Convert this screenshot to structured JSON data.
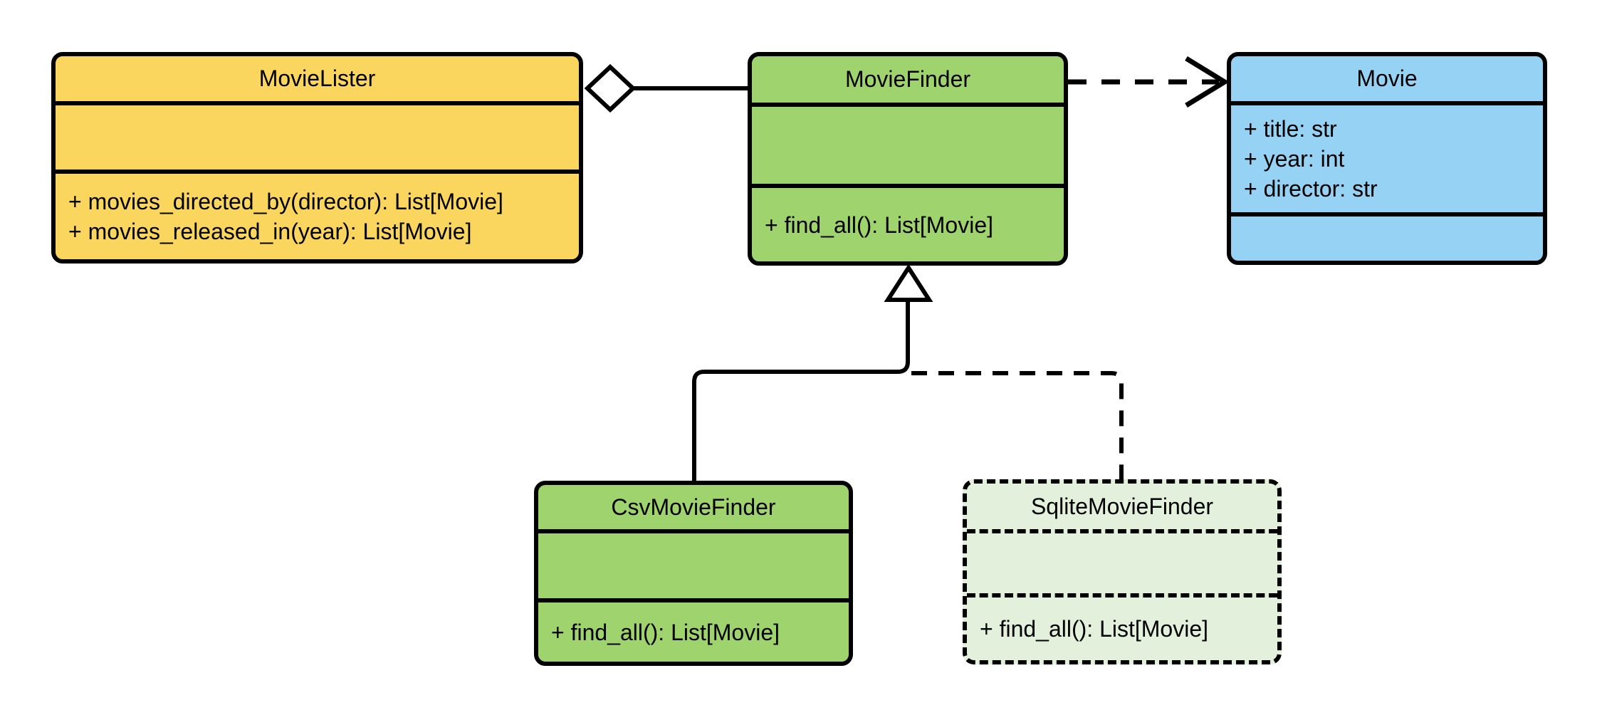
{
  "diagram": {
    "type": "uml-class-diagram",
    "background_color": "#ffffff",
    "stroke_color": "#000000",
    "classes": [
      {
        "name": "MovieLister",
        "fill": "#FBD65F",
        "border_style": "solid",
        "attributes": [],
        "methods": [
          "+ movies_directed_by(director): List[Movie]",
          "+ movies_released_in(year): List[Movie]"
        ]
      },
      {
        "name": "MovieFinder",
        "fill": "#9FD36D",
        "border_style": "solid",
        "attributes": [],
        "methods": [
          "+ find_all(): List[Movie]"
        ]
      },
      {
        "name": "Movie",
        "fill": "#96D2F3",
        "border_style": "solid",
        "attributes": [
          "+ title: str",
          "+ year: int",
          "+ director: str"
        ],
        "methods": []
      },
      {
        "name": "CsvMovieFinder",
        "fill": "#9FD36D",
        "border_style": "solid",
        "attributes": [],
        "methods": [
          "+ find_all(): List[Movie]"
        ]
      },
      {
        "name": "SqliteMovieFinder",
        "fill": "#E3F1DC",
        "border_style": "dashed",
        "attributes": [],
        "methods": [
          "+ find_all(): List[Movie]"
        ]
      }
    ],
    "relationships": [
      {
        "type": "aggregation",
        "from": "MovieLister",
        "to": "MovieFinder",
        "line_style": "solid",
        "marker": "hollow-diamond-at-movielister"
      },
      {
        "type": "dependency",
        "from": "MovieFinder",
        "to": "Movie",
        "line_style": "dashed",
        "marker": "open-arrowhead-at-movie"
      },
      {
        "type": "generalization",
        "from": "CsvMovieFinder",
        "to": "MovieFinder",
        "line_style": "solid",
        "marker": "hollow-triangle-at-moviefinder"
      },
      {
        "type": "generalization",
        "from": "SqliteMovieFinder",
        "to": "MovieFinder",
        "line_style": "dashed",
        "marker": "hollow-triangle-at-moviefinder"
      }
    ]
  }
}
